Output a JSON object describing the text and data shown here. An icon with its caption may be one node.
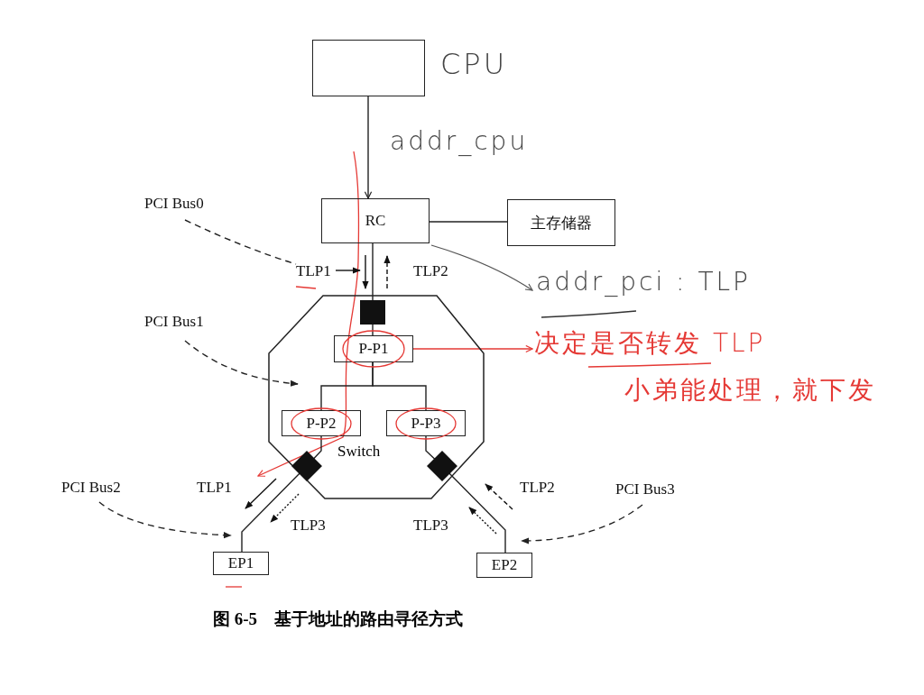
{
  "diagram": {
    "caption": "图 6-5　基于地址的路由寻径方式",
    "nodes": [
      {
        "text": [],
        "shape": "box",
        "beside": [
          "CPU"
        ]
      },
      {
        "text": [
          "RC"
        ]
      },
      {
        "text": [
          "主存储器"
        ]
      },
      {
        "text": [
          "Switch"
        ]
      },
      {
        "text": [
          "P-P1"
        ],
        "in": 3
      },
      {
        "text": [
          "P-P2"
        ],
        "in": 3
      },
      {
        "text": [
          "P-P3"
        ],
        "in": 3
      },
      {
        "text": [
          "EP1"
        ]
      },
      {
        "text": [
          "EP2"
        ]
      },
      {
        "text": [
          "PCI Bus0"
        ]
      },
      {
        "text": [
          "PCI Bus1"
        ]
      },
      {
        "text": [
          "PCI Bus2"
        ]
      },
      {
        "text": [
          "PCI Bus3"
        ]
      },
      {
        "text": [
          "addr_pci : TLP"
        ]
      },
      {
        "text": [
          "决定是否转发 TLP",
          "小弟能处理，就下发"
        ]
      },
      {
        "text": [
          "TLP1"
        ]
      }
    ],
    "edges": [
      {
        "from": 0,
        "to": 1,
        "arrow": "to",
        "label": "addr_cpu"
      },
      {
        "from": 1,
        "to": 2,
        "arrow": "none"
      },
      {
        "from": 1,
        "to": 4,
        "arrow": "none"
      },
      {
        "from": 4,
        "to": 5,
        "arrow": "none"
      },
      {
        "from": 4,
        "to": 6,
        "arrow": "none"
      },
      {
        "from": 5,
        "to": 7,
        "arrow": "none"
      },
      {
        "from": 6,
        "to": 8,
        "arrow": "none"
      },
      {
        "from": 9,
        "to": 15,
        "arrow": "none",
        "style": "dashed"
      },
      {
        "from": 10,
        "to": 3,
        "arrow": "to",
        "style": "dashed"
      },
      {
        "from": 11,
        "to": 7,
        "arrow": "to",
        "style": "dashed"
      },
      {
        "from": 12,
        "to": 8,
        "arrow": "to",
        "style": "dashed"
      },
      {
        "from": 1,
        "to": 13,
        "arrow": "to",
        "color": "#555555"
      },
      {
        "from": 4,
        "to": 14,
        "arrow": "to",
        "color": "#e53935"
      }
    ],
    "labels": [
      "TLP2",
      "TLP1",
      "TLP2",
      "TLP3",
      "TLP3"
    ]
  }
}
